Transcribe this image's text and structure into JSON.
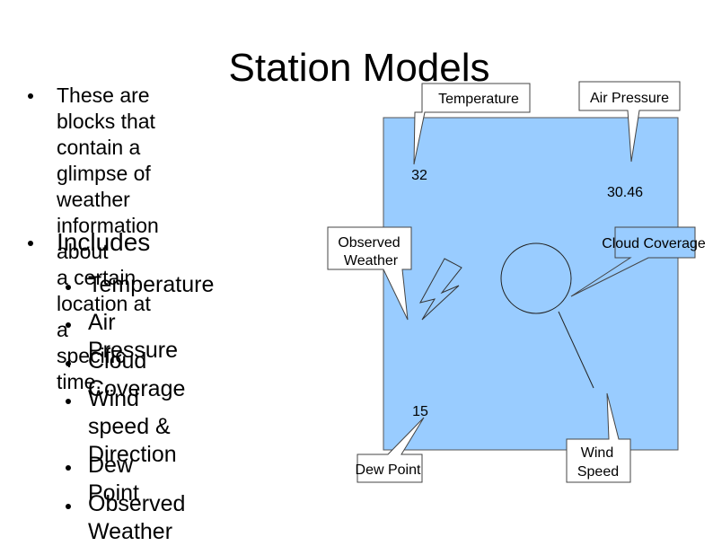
{
  "slide": {
    "title": "Station Models",
    "bullets": [
      {
        "text_lines": [
          "These are blocks that",
          "contain a glimpse of",
          "weather information about",
          "a certain location at a",
          "specific time."
        ]
      },
      {
        "text": "Includes"
      }
    ],
    "sub_bullets": [
      {
        "text_lines": [
          "Temperature"
        ]
      },
      {
        "text_lines": [
          "Air Pressure"
        ]
      },
      {
        "text_lines": [
          "Cloud Coverage"
        ]
      },
      {
        "text_lines": [
          "Wind speed &",
          "Direction"
        ]
      },
      {
        "text_lines": [
          "Dew Point"
        ]
      },
      {
        "text_lines": [
          "Observed Weather"
        ]
      }
    ]
  },
  "diagram": {
    "box_color": "#99ccff",
    "callouts": {
      "temperature": "Temperature",
      "air_pressure": "Air Pressure",
      "observed_weather_line1": "Observed",
      "observed_weather_line2": "Weather",
      "cloud_coverage": "Cloud Coverage",
      "dew_point": "Dew Point",
      "wind_speed_line1": "Wind",
      "wind_speed_line2": "Speed"
    },
    "values": {
      "temperature": "32",
      "air_pressure": "30.46",
      "dew_point": "15"
    }
  }
}
